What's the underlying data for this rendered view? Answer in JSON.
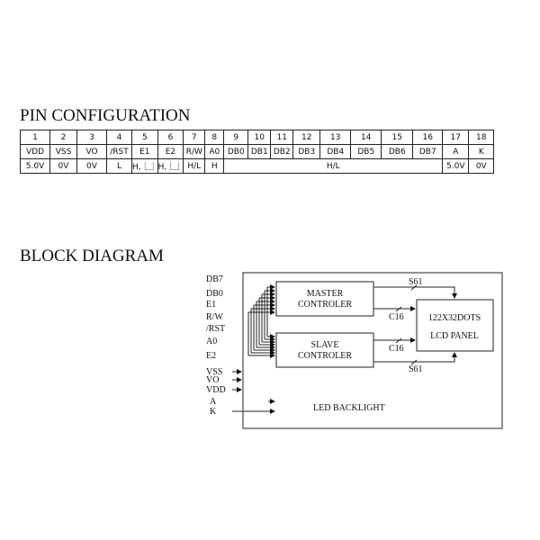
{
  "pin_config": {
    "title": "PIN CONFIGURATION",
    "numbers": [
      "1",
      "2",
      "3",
      "4",
      "5",
      "6",
      "7",
      "8",
      "9",
      "10",
      "11",
      "12",
      "13",
      "14",
      "15",
      "16",
      "17",
      "18"
    ],
    "symbols": [
      "VDD",
      "VSS",
      "VO",
      "/RST",
      "E1",
      "E2",
      "R/W",
      "A0",
      "DB0",
      "DB1",
      "DB2",
      "DB3",
      "DB4",
      "DB5",
      "DB6",
      "DB7",
      "A",
      "K"
    ],
    "levels": [
      "5.0V",
      "0V",
      "0V",
      "L",
      "H,⎿⏌",
      "H,⎿⏌",
      "H/L",
      "H",
      "H/L",
      "5.0V",
      "0V"
    ]
  },
  "block_diagram": {
    "title": "BLOCK DIAGRAM",
    "inputs": [
      "DB7",
      "¦",
      "DB0",
      "E1",
      "R/W",
      "/RST",
      "A0",
      "E2",
      "VSS",
      "VO",
      "VDD",
      "A",
      "K"
    ],
    "master": [
      "MASTER",
      "CONTROLER"
    ],
    "slave": [
      "SLAVE",
      "CONTROLER"
    ],
    "panel": [
      "122X32DOTS",
      "LCD PANEL"
    ],
    "bus_s": "S61",
    "bus_c": "C16",
    "backlight": "LED BACKLIGHT"
  }
}
